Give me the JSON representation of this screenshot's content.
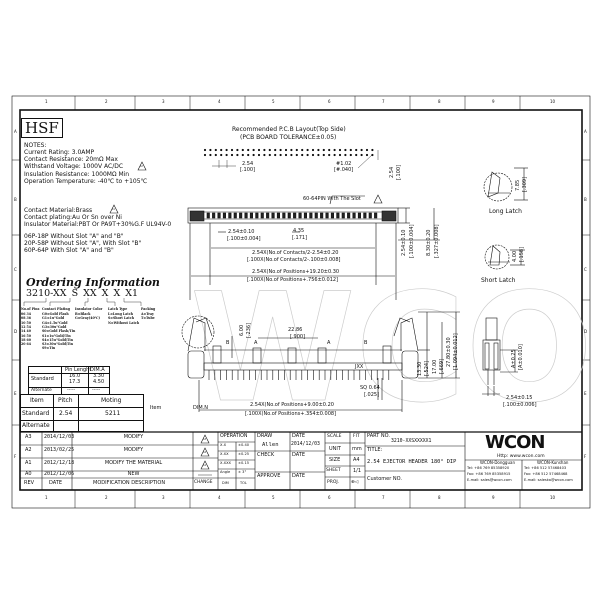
{
  "frame": {
    "col_numbers": [
      "1",
      "2",
      "3",
      "4",
      "5",
      "6",
      "7",
      "8",
      "9",
      "10"
    ],
    "row_letters": [
      "A",
      "B",
      "C",
      "D",
      "E",
      "F"
    ]
  },
  "logo": "HSF",
  "notes": {
    "heading": "NOTES:",
    "lines": [
      "Current Rating: 3.0AMP",
      "Contact Resistance: 20mΩ Max",
      "Withstand Voltage: 1000V AC/DC",
      "Insulation Resistance: 1000MΩ Min",
      "Operation Temperature: -40℃ to +105℃"
    ],
    "material": [
      "Contact Material:Brass",
      "Contact plating:Au Or Sn over Ni",
      "Insulator Material:PBT Or PA9T+30%G.F UL94V-0"
    ],
    "slots": [
      "06P-18P Without Slot \"A\" and \"B\"",
      "20P-58P Without Slot \"A\", With Slot \"B\"",
      "60P-64P With Slot \"A\" and \"B\""
    ],
    "revision_mark": "A1",
    "revision_mark2": "A2"
  },
  "ordering": {
    "title": "Ordering Information",
    "code": "3210-XX S XX X X X1",
    "legend_headers": [
      "No.of Pins",
      "Contact Plating",
      "Insulator Color",
      "Latch Type",
      "Packing"
    ],
    "pins": [
      "06  34",
      "08  36",
      "10  50",
      "12  54",
      "14  40",
      "16  50",
      "18  60",
      "20  64"
    ],
    "plating": [
      "G0=Gold Flash",
      "G1=1u\"Gold",
      "G4=1.5u\"Gold",
      "G3=30u\"Gold",
      "S0=Gold Flash/Tin",
      "S1=1u\"Gold/Tin",
      "S4=15u\"Gold/Tin",
      "S3=30u\"Gold/Tin",
      "S9=Tin"
    ],
    "color": [
      "B=Black",
      "G=Gray(40℃)"
    ],
    "latch": [
      "L=Long Latch",
      "S=Short Latch",
      "N=Without Latch"
    ],
    "packing": [
      "A=Tray",
      "T=Tube"
    ]
  },
  "pin_table": {
    "headers": [
      "",
      "Pin Lenght",
      "DIM.A"
    ],
    "rows": [
      {
        "label": "Standard",
        "pin": [
          "16.0",
          "17.3"
        ],
        "dim": [
          "3.30",
          "4.50"
        ]
      },
      {
        "label": "Alternate",
        "pin": [
          "-----"
        ],
        "dim": [
          "-----"
        ]
      }
    ]
  },
  "item_table": {
    "headers": [
      "Item",
      "Pitch",
      "Moting"
    ],
    "rows": [
      [
        "Standard",
        "2.54",
        "5211"
      ],
      [
        "Alternate",
        "",
        ""
      ]
    ]
  },
  "free_labels": {
    "item": "Item",
    "dimn": "DIM.N"
  },
  "pcb": {
    "title": "Recommended P.C.B Layout(Top Side)",
    "tolerance": "(PCB BOARD TOLERANCE±0.05)",
    "pitch": "2.54",
    "pitch_in": "[.100]",
    "hole": "#1.02",
    "hole_in": "[#.040]",
    "row": "2.54",
    "row_in": "[.100]"
  },
  "front": {
    "slot_note": "60-64PIN With The Slot",
    "d1": "2.54±0.10",
    "d1_in": "[.100±0.004]",
    "d2": "4.35",
    "d2_in": "[.171]",
    "d3": "2.54X(No.of Contacts/2-2.54±0.20",
    "d3_in": "[.100X(No.of Contacts/2-.100±0.008]",
    "d4": "2.54X(No.of Positions+19.20±0.30",
    "d4_in": "[.100X(No.of Positions+.756±0.012]",
    "h1": "2.54±0.10",
    "h1_in": "[.100±0.004]",
    "h2": "8.30±0.20",
    "h2_in": "[.327±0.008]"
  },
  "side": {
    "d1": "6.00",
    "d1_in": "[.236]",
    "d2": "22.86",
    "d2_in": "[.900]",
    "a": "A",
    "b": "B",
    "mark": "JXX",
    "h1": "13.30",
    "h1_in": "[.524]",
    "h2": "17.00",
    "h2_in": "[.669]",
    "h3": "27.80±0.30",
    "h3_in": "[1.094±0.012]",
    "sq": "SQ 0.64",
    "sq_in": "[.025]",
    "w": "2.54X(No.of Positions+9.00±0.20",
    "w_in": "[.100X(No.of Positions+.354±0.008]"
  },
  "latch": {
    "long": "Long Latch",
    "long_d": "7.85",
    "long_in": "[.309]",
    "short": "Short Latch",
    "short_d": "4.00",
    "short_in": "[.158]"
  },
  "end_view": {
    "h": "A±0.25",
    "h_in": "[A±0.010]",
    "w": "2.54±0.15",
    "w_in": "[.100±0.006]"
  },
  "revisions": {
    "headers": [
      "REV",
      "DATE",
      "MODIFICATION DESCRIPTION",
      "CHANGE"
    ],
    "rows": [
      {
        "rev": "A3",
        "date": "2014/12/03",
        "desc": "MODIFY",
        "change": "A3"
      },
      {
        "rev": "A2",
        "date": "2013/02/25",
        "desc": "MODIFY",
        "change": "A2"
      },
      {
        "rev": "A1",
        "date": "2012/12/18",
        "desc": "MODIFY THE MATERIAL",
        "change": "A1"
      },
      {
        "rev": "A0",
        "date": "2012/12/06",
        "desc": "NEW",
        "change": "-----"
      }
    ]
  },
  "tolerance": {
    "title": "OPERATION",
    "rows": [
      [
        "X.X",
        "±0.40"
      ],
      [
        "X.XX",
        "±0.25"
      ],
      [
        "X.XXX",
        "±0.15"
      ],
      [
        "Angle",
        "± 3°"
      ]
    ],
    "footer": [
      "DIM",
      "TOL"
    ]
  },
  "signoff": {
    "draw": "DRAW",
    "drawer": "Allen",
    "check": "CHECK",
    "approve": "APPROVE",
    "date": "DATE",
    "date_value": "2014/12/03"
  },
  "sheet_info": {
    "scale": "SCALE",
    "scale_v": "FIT",
    "unit": "UNIT",
    "unit_v": "mm",
    "size": "SIZE",
    "size_v": "A4",
    "sheet": "SHEET",
    "sheet_v": "1/1",
    "proj": "PROJ.",
    "proj_v": "⊕◁"
  },
  "part": {
    "part_no_label": "PART NO.",
    "part_no": "3210-XXSXXXXX1",
    "title_label": "TITLE:",
    "title": "2.54 EJECTOR HEADER 180° DIP",
    "customer_label": "Customer NO."
  },
  "company": {
    "logo": "WCON",
    "url": "Http: www.wcon.com",
    "offices": [
      {
        "name": "WCON-Dongguan",
        "tel": "Tel: +86 769 85358920",
        "fax": "Fax: +86 769 85358915",
        "email": "E-mail: sales@wcon.com"
      },
      {
        "name": "WCON-Kunshan",
        "tel": "Tel: +86 512 57468403",
        "fax": "Fax: +86 512 57468468",
        "email": "E-mail: saleska@wcon.com"
      }
    ]
  },
  "watermark": "WCON"
}
